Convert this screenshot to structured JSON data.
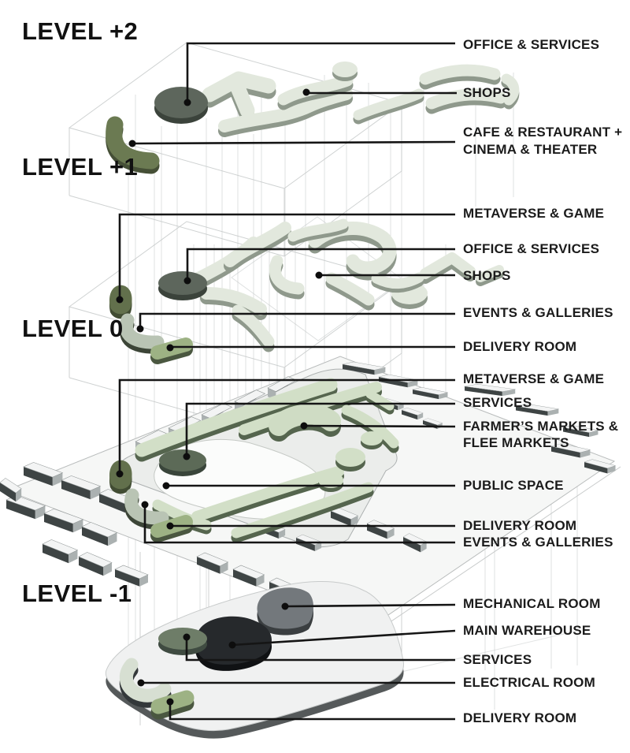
{
  "diagram": {
    "title_hint": "Exploded axonometric program diagram of a mall / mixed-use building",
    "levels": [
      {
        "name": "LEVEL +2"
      },
      {
        "name": "LEVEL +1"
      },
      {
        "name": "LEVEL 0"
      },
      {
        "name": "LEVEL -1"
      }
    ],
    "annotations": {
      "l2_office": "OFFICE & SERVICES",
      "l2_shops": "SHOPS",
      "l2_cafe_1": "CAFE & RESTAURANT +",
      "l2_cafe_2": "CINEMA & THEATER",
      "l0_metaverse": "METAVERSE & GAME",
      "l0_office": "OFFICE & SERVICES",
      "l0_shops": "SHOPS",
      "l0_events": "EVENTS & GALLERIES",
      "l0_delivery": "DELIVERY ROOM",
      "plan_metaverse": "METAVERSE & GAME",
      "plan_services": "SERVICES",
      "plan_farmers_1": "FARMER’S MARKETS &",
      "plan_farmers_2": "FLEE MARKETS",
      "plan_public": "PUBLIC SPACE",
      "plan_delivery": "DELIVERY ROOM",
      "plan_events": "EVENTS & GALLERIES",
      "b1_mechanical": "MECHANICAL ROOM",
      "b1_warehouse": "MAIN WAREHOUSE",
      "b1_services": "SERVICES",
      "b1_electrical": "ELECTRICAL ROOM",
      "b1_delivery": "DELIVERY ROOM"
    },
    "palette": {
      "leader_line": "#151515",
      "label_text": "#1b1b1b",
      "sage_top": "#e2e8dd",
      "sage_side": "#8f998c",
      "olive_top": "#5d665c",
      "olive_side": "#3b433b",
      "cafe_olive_top": "#6b7a52",
      "accent_green_top": "#9db284",
      "accent_green_side": "#5e7050",
      "plan_green_top": "#d2dfc7",
      "plan_green_side": "#55654e",
      "warehouse_dark": "#26292c",
      "mechanical_gray": "#73787c",
      "slab_gray": "#f0f1f1",
      "wireframe_gray": "#c3c7c7"
    }
  }
}
